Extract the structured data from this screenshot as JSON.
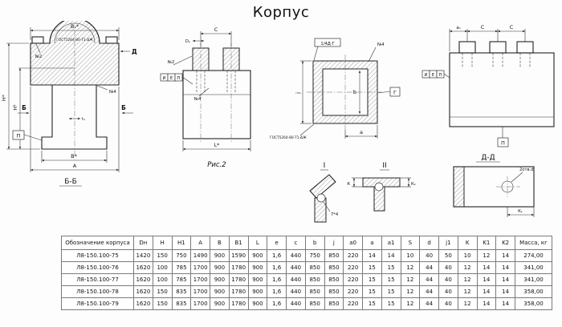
{
  "title": "Корпус",
  "drawing": {
    "view1": {
      "dim_b1": "B₁*",
      "weld_note": "ГОСТ5264-80-Т1-ΔЖ",
      "dim_h": "H*",
      "dim_h1": "H¹",
      "marker_b_left": "Б",
      "marker_b_right": "Б",
      "cut_d": "Д",
      "pos_n2": "№2",
      "pos_n4": "№4",
      "dim_t1": "t₁",
      "dim_bs": "B*",
      "dim_a": "A",
      "flag_p": "П",
      "caption": "Б-Б"
    },
    "view2": {
      "dim_c": "C",
      "dim_d1": "D₁",
      "pos_n2": "№2",
      "pos_n4": "№4",
      "flag_i": "И",
      "flag_e": "Е",
      "flag_p": "П",
      "dim_l": "L*",
      "caption": "Рис.2"
    },
    "view3": {
      "corner_flag": "1/4Д·Г",
      "pos_n4": "№4",
      "dim_b": "b",
      "dim_j": "j",
      "dim_a": "a",
      "flag_g": "Г",
      "weld_note": "ГОСТ5264-80-Т1-ΔЖ"
    },
    "view4": {
      "dim_a0": "a₀",
      "dim_c1": "C",
      "dim_c2": "C",
      "flag_i": "И",
      "flag_e": "Е",
      "flag_p_small": "П",
      "flag_p": "П"
    },
    "detail1": {
      "caption": "I",
      "note": "7*4"
    },
    "detail2": {
      "caption": "II",
      "dim_k": "К",
      "dim_k2": "К₂"
    },
    "sectionDD": {
      "caption": "Д-Д",
      "hole_note": "2отв.d",
      "dim_k1": "К₁"
    }
  },
  "table": {
    "headers": [
      "Обозначение корпуса",
      "Dн",
      "H",
      "H1",
      "A",
      "B",
      "B1",
      "L",
      "e",
      "c",
      "b",
      "j",
      "a0",
      "a",
      "a1",
      "S",
      "d",
      "j1",
      "K",
      "K1",
      "K2",
      "Масса, кг"
    ],
    "rows": [
      [
        "Л8-150.100-75",
        "1420",
        "150",
        "750",
        "1490",
        "900",
        "1590",
        "900",
        "1,6",
        "440",
        "750",
        "850",
        "220",
        "14",
        "14",
        "10",
        "40",
        "50",
        "10",
        "12",
        "14",
        "274,00"
      ],
      [
        "Л8-150.100-76",
        "1620",
        "100",
        "785",
        "1700",
        "900",
        "1780",
        "900",
        "1,6",
        "440",
        "850",
        "850",
        "220",
        "15",
        "15",
        "12",
        "44",
        "40",
        "12",
        "14",
        "14",
        "341,00"
      ],
      [
        "Л8-150.100-77",
        "1620",
        "100",
        "785",
        "1700",
        "900",
        "1780",
        "900",
        "1,6",
        "440",
        "850",
        "850",
        "220",
        "15",
        "15",
        "12",
        "44",
        "40",
        "12",
        "14",
        "14",
        "341,00"
      ],
      [
        "Л8-150.100-78",
        "1620",
        "150",
        "835",
        "1700",
        "900",
        "1780",
        "900",
        "1,6",
        "440",
        "850",
        "850",
        "220",
        "15",
        "15",
        "12",
        "44",
        "40",
        "12",
        "14",
        "14",
        "358,00"
      ],
      [
        "Л8-150.100-79",
        "1620",
        "150",
        "835",
        "1700",
        "900",
        "1780",
        "900",
        "1,6",
        "440",
        "850",
        "850",
        "220",
        "15",
        "15",
        "12",
        "44",
        "40",
        "12",
        "14",
        "14",
        "358,00"
      ]
    ]
  }
}
